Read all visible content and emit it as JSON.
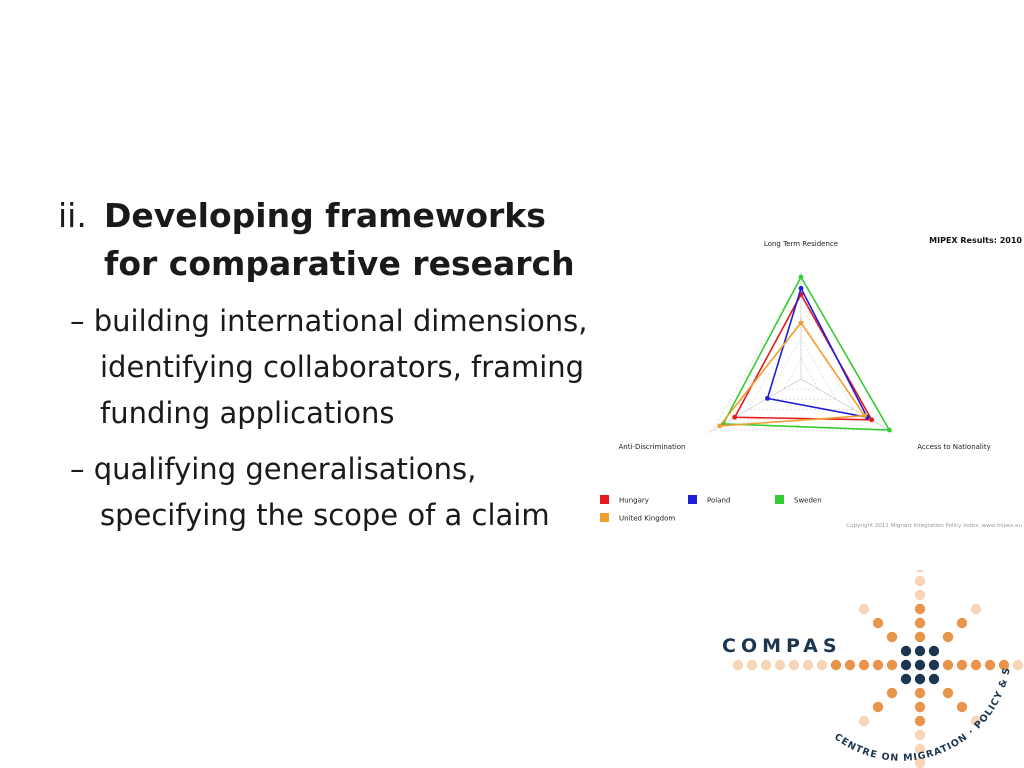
{
  "slide": {
    "heading_number": "ii.",
    "heading_lines": [
      "Developing frameworks",
      "for comparative research"
    ],
    "bullets": [
      {
        "dash": "–",
        "text": "building international dimensions, identifying collaborators, framing funding applications"
      },
      {
        "dash": "–",
        "text": "qualifying generalisations, specifying the scope of a claim"
      }
    ]
  },
  "chart_data": {
    "type": "radar",
    "title": "MIPEX Results: 2010",
    "axes": [
      "Long Term Residence",
      "Access to Nationality",
      "Anti-Discrimination"
    ],
    "range": [
      0,
      100
    ],
    "grid": true,
    "legend_position": "bottom",
    "series": [
      {
        "name": "Hungary",
        "color": "#e41a1c",
        "values": [
          83,
          80,
          75
        ]
      },
      {
        "name": "Poland",
        "color": "#1f1fd6",
        "values": [
          89,
          75,
          38
        ]
      },
      {
        "name": "Sweden",
        "color": "#33cc33",
        "values": [
          100,
          100,
          88
        ]
      },
      {
        "name": "United Kingdom",
        "color": "#f0a030",
        "values": [
          55,
          72,
          92
        ]
      }
    ],
    "copyright": "Copyright 2011 Migrant Integration Policy Index, www.mipex.eu"
  },
  "logo": {
    "wordmark": "COMPAS",
    "tagline": "CENTRE ON MIGRATION · POLICY & SOCIETY",
    "colors": {
      "dark": "#1c3550",
      "orange": "#e8944a",
      "light": "#f7d5b6"
    }
  }
}
